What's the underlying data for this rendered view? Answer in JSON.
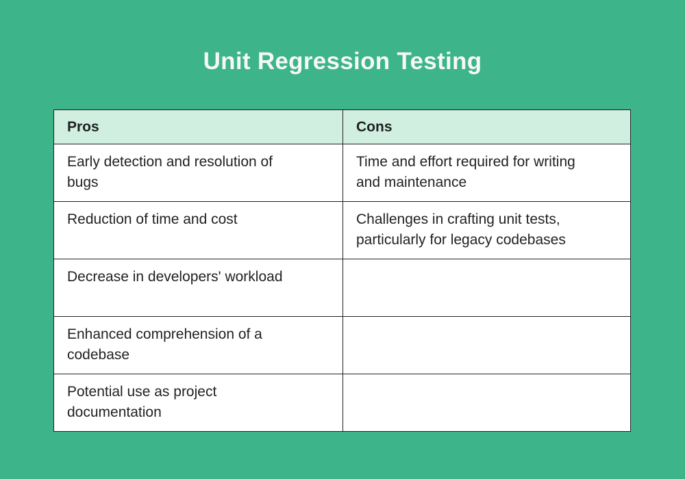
{
  "colors": {
    "background": "#3db489",
    "header_bg": "#d0efe1",
    "cell_bg": "#ffffff",
    "border": "#1f2023",
    "text": "#1f2023",
    "title": "#f5f8f6"
  },
  "chart_data": {
    "type": "table",
    "title": "Unit Regression Testing",
    "columns": [
      "Pros",
      "Cons"
    ],
    "rows": [
      [
        "Early detection and resolution of bugs",
        "Time and effort required for writing and maintenance"
      ],
      [
        "Reduction of time and cost",
        "Challenges in crafting unit tests, particularly for legacy codebases"
      ],
      [
        "Decrease in developers' workload",
        ""
      ],
      [
        "Enhanced comprehension of a codebase",
        ""
      ],
      [
        "Potential use as project documentation",
        ""
      ]
    ],
    "layout": {
      "legend": "none",
      "grid": "all-borders",
      "column_split_ratio": 0.5
    }
  }
}
